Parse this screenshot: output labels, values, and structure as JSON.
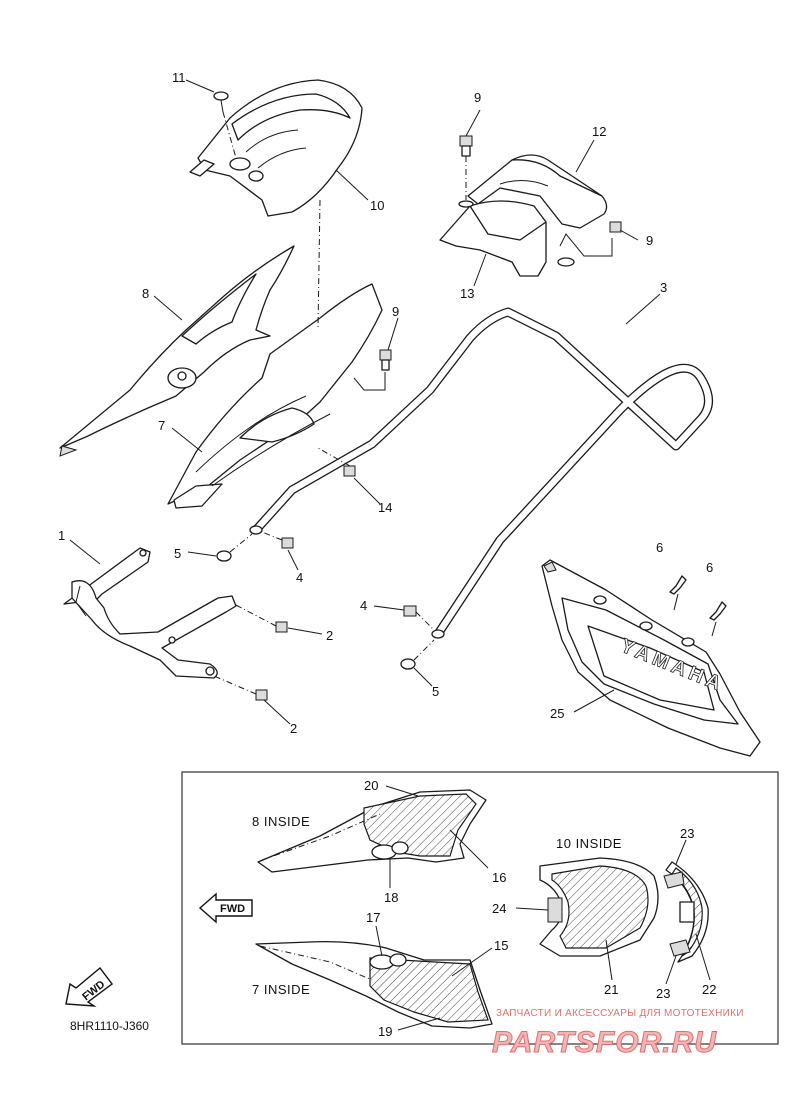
{
  "diagram_code": "8HR1110-J360",
  "callouts": {
    "c1": "1",
    "c2a": "2",
    "c2b": "2",
    "c3": "3",
    "c4a": "4",
    "c4b": "4",
    "c5a": "5",
    "c5b": "5",
    "c6a": "6",
    "c6b": "6",
    "c7": "7",
    "c8": "8",
    "c9a": "9",
    "c9b": "9",
    "c9c": "9",
    "c10": "10",
    "c11": "11",
    "c12": "12",
    "c13": "13",
    "c14": "14",
    "c25": "25",
    "d15": "15",
    "d16": "16",
    "d17": "17",
    "d18": "18",
    "d19": "19",
    "d20": "20",
    "d21": "21",
    "d22": "22",
    "d23a": "23",
    "d23b": "23",
    "d24": "24"
  },
  "inset": {
    "label_8_inside": "8 INSIDE",
    "label_7_inside": "7 INSIDE",
    "label_10_inside": "10 INSIDE"
  },
  "fwd_arrows": {
    "inset_text": "FWD",
    "corner_text": "FWD"
  },
  "panel_embossed_text": "YAMAHA",
  "watermark": {
    "tagline": "ЗАПЧАСТИ И АКСЕССУАРЫ ДЛЯ МОТОТЕХНИКИ",
    "brand": "PARTSFOR.RU",
    "color": "#e07070"
  }
}
